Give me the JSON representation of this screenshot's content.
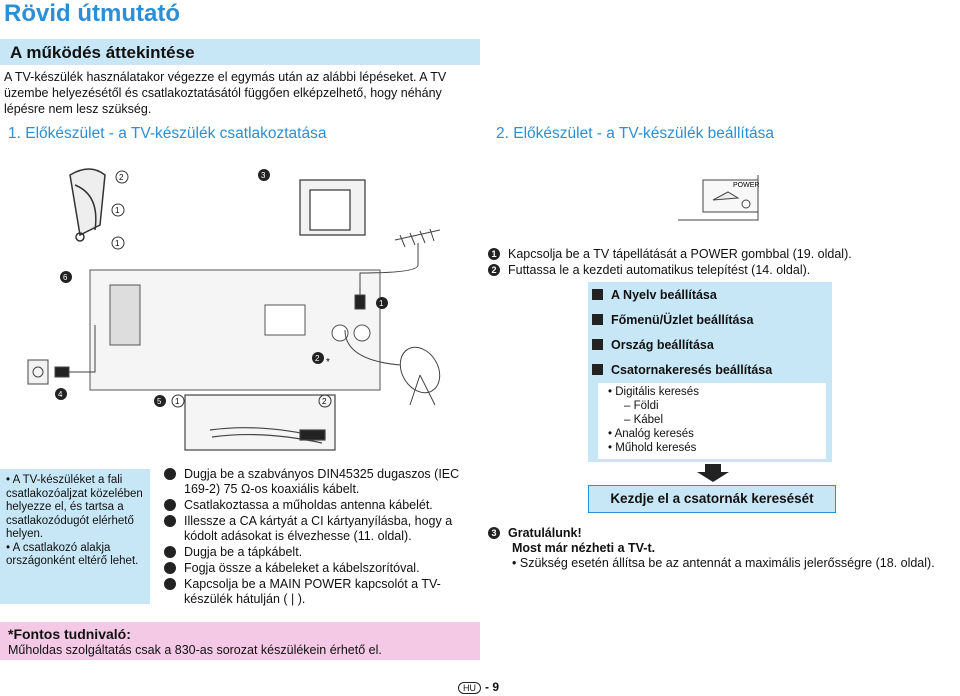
{
  "header": {
    "title": "Rövid útmutató"
  },
  "section": {
    "title": "A működés áttekintése"
  },
  "intro": {
    "line1": "A TV-készülék használatakor végezze el egymás után az alábbi lépéseket. A TV",
    "line2": "üzembe helyezésétől és csatlakoztatásától függően elképzelhető, hogy néhány",
    "line3": "lépésre nem lesz szükség."
  },
  "step1": {
    "title": "1. Előkészület - a TV-készülék csatlakoztatása"
  },
  "step2": {
    "title": "2. Előkészület - a TV-készülék beállítása",
    "power_label": "POWER",
    "items": [
      "Kapcsolja be a TV tápellátását a POWER gombbal (19. oldal).",
      "Futtassa le a kezdeti automatikus telepítést (14. oldal)."
    ]
  },
  "flow": {
    "steps": [
      "A Nyelv beállítása",
      "Főmenü/Üzlet beállítása",
      "Ország beállítása",
      "Csatornakeresés beállítása"
    ],
    "sub": {
      "digital": "Digitális keresés",
      "terrestrial": "Földi",
      "cable": "Kábel",
      "analog": "Analóg keresés",
      "satellite": "Műhold keresés"
    },
    "start_button": "Kezdje el a csatornák keresését"
  },
  "congrats": {
    "title": "Gratulálunk!",
    "line2": "Most már nézheti a TV-t.",
    "bullet": "Szükség esetén állítsa be az antennát a maximális jelerősségre (18. oldal)."
  },
  "left_note": {
    "bullet1": "A TV-készüléket a fali csatlakozóaljzat közelében helyezze el, és tartsa a csatlakozódugót elérhető helyen.",
    "bullet2": "A csatlakozó alakja országonként eltérő lehet."
  },
  "numbered": [
    "Dugja be a szabványos DIN45325 dugaszos (IEC 169-2) 75 Ω-os koaxiális kábelt.",
    "Csatlakoztassa a műholdas antenna kábelét.",
    "Illessze a CA kártyát a CI kártyanyílásba, hogy a kódolt adásokat is élvezhesse (11. oldal).",
    "Dugja be a tápkábelt.",
    "Fogja össze a kábeleket a kábelszorítóval.",
    "Kapcsolja be a MAIN POWER kapcsolót a TV-készülék hátulján ( | )."
  ],
  "important": {
    "title": "*Fontos tudnivaló:",
    "text": "Műholdas szolgáltatás csak a 830-as sorozat készülékein érhető el."
  },
  "footer": {
    "badge": "HU",
    "page": "- 9"
  },
  "colors": {
    "accent": "#2a8fd6",
    "light_blue": "#c7e7f6",
    "pink": "#f4c9e5"
  }
}
